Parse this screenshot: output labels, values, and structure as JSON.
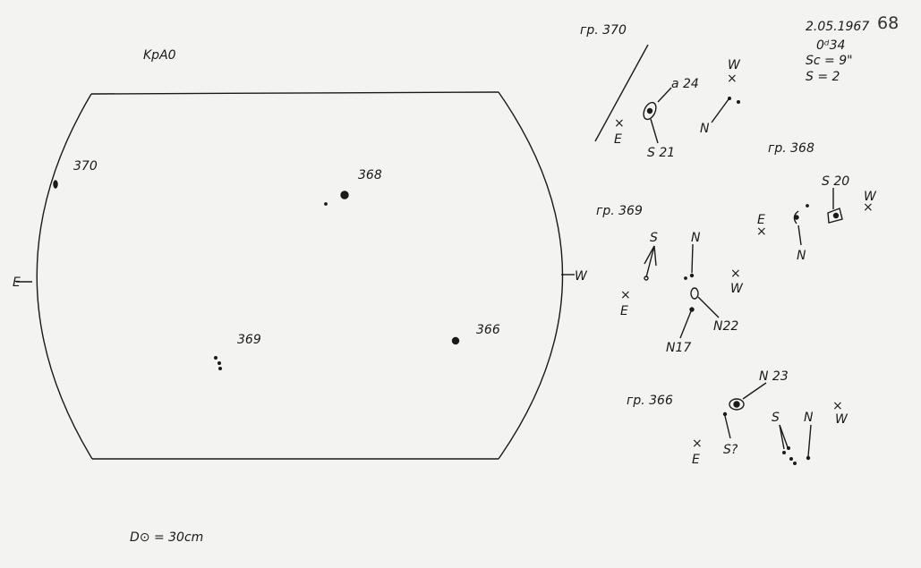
{
  "sheet": {
    "page_number": "68",
    "instrument": "KpA0",
    "diameter": "D⊙ = 30cm",
    "date": "2.05.1967",
    "time": "0ᵈ34",
    "seeing": "Sc = 9\"",
    "s_value": "S = 2",
    "disk": {
      "east": "E",
      "west": "W",
      "groups": [
        "370",
        "368",
        "369",
        "366"
      ]
    },
    "details": {
      "g370": {
        "title": "гр. 370",
        "spot_a": "a 24",
        "spot_s": "S 21",
        "n": "N",
        "e": "E",
        "w": "W"
      },
      "g368": {
        "title": "гр. 368",
        "spot_s": "S 20",
        "n": "N",
        "e": "E",
        "w": "W"
      },
      "g369": {
        "title": "гр. 369",
        "s": "S",
        "n": "N",
        "n22": "N22",
        "n17": "N17",
        "e": "E",
        "w": "W"
      },
      "g366": {
        "title": "гр. 366",
        "n23": "N 23",
        "sq": "S?",
        "s": "S",
        "n": "N",
        "e": "E",
        "w": "W"
      }
    }
  }
}
